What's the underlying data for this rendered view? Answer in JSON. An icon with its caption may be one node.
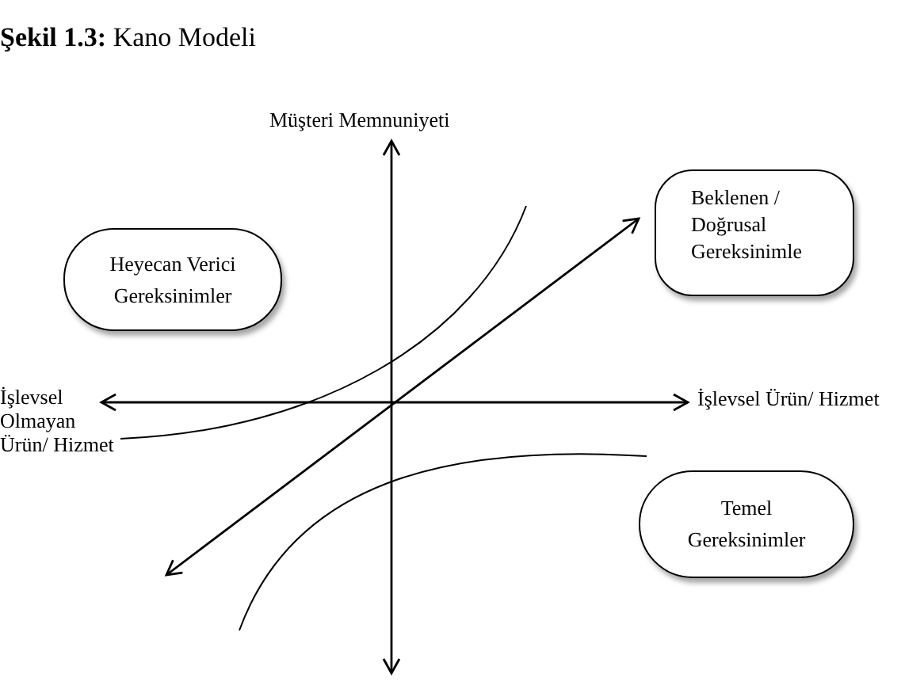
{
  "diagram": {
    "title": "**Şekil 1.3:** Kano Modeli",
    "nodes": [
      {
        "text": [
          "Beklenen / Doğrusal Gereksinimle"
        ]
      },
      {
        "text": [
          "Heyecan Verici Gereksinimler"
        ]
      },
      {
        "text": [
          "Temel Gereksinimler"
        ]
      }
    ],
    "labels": [
      "Müşteri Memnuniyeti",
      "İşlevsel Olmayan Ürün/ Hizmet",
      "İşlevsel Ürün/ Hizmet"
    ]
  }
}
